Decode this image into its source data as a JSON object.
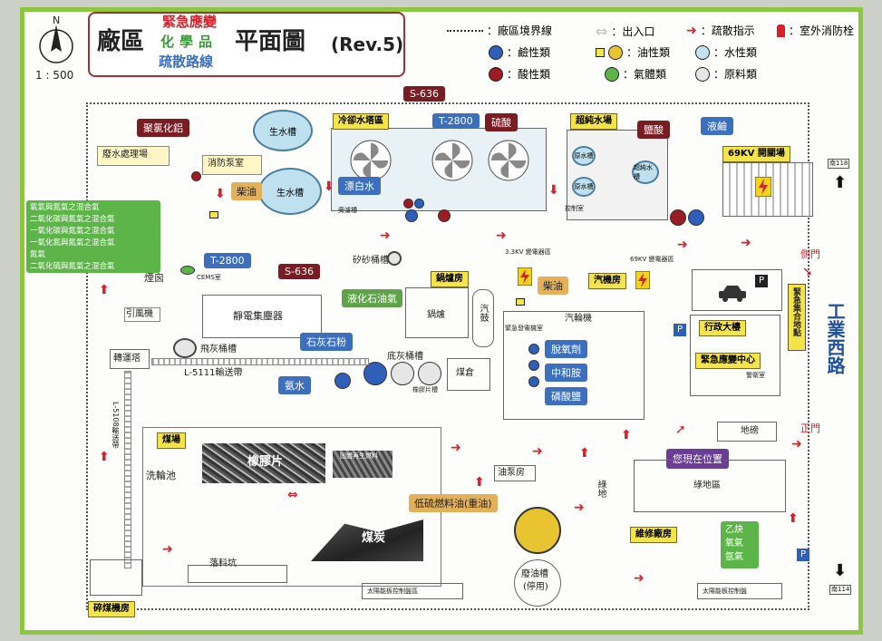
{
  "map": {
    "title_main": "廠區",
    "title_sub": [
      "緊急應變",
      "化學品",
      "疏散路線"
    ],
    "title_plan": "平面圖",
    "rev": "(Rev.5)",
    "north": "N",
    "scale": "1 : 500"
  },
  "legend": {
    "boundary": "：廠區境界線",
    "entrance": "：出入口",
    "evac": "：疏散指示",
    "hydrant": "：室外消防栓",
    "alkali": "：鹼性類",
    "oil": "：油性類",
    "water": "：水性類",
    "acid": "：酸性類",
    "gas": "：氣體類",
    "raw": "：原料類",
    "colors": {
      "alkali": "#2f5fb8",
      "acid": "#9c1c24",
      "oil": "#e9c431",
      "gas": "#5db54a",
      "water": "#bfe4ef",
      "raw": "#e6e6e6",
      "evac": "#d8202a"
    }
  },
  "tags": {
    "alcl": "聚氯化鋁",
    "s636_top": "S-636",
    "t2800_top": "T-2800",
    "h2so4": "硫酸",
    "bleach": "漂白水",
    "hcl": "鹽酸",
    "naoh": "液鹼",
    "diesel1": "柴油",
    "diesel2": "柴油",
    "t2800_l": "T-2800",
    "s636_l": "S-636",
    "lpg": "液化石油氣",
    "lime": "石灰石粉",
    "ammonia": "氨水",
    "deox": "脫氧劑",
    "neutral": "中和胺",
    "phosphate": "磷酸鹽",
    "fueloil": "低硫燃料油(重油)",
    "gases": [
      "氧氣與氮氣之混合氣",
      "二氧化碳與氮氣之混合氣",
      "一氧化碳與氮氣之混合氣",
      "一氧化氮與氮氣之混合氣",
      "氮氣",
      "二氧化硫與氮氣之混合氣"
    ],
    "cyl": [
      "乙炔",
      "氧氣",
      "氬氣"
    ],
    "you": "您現在位置"
  },
  "areas": {
    "wastewater": "廢水處理場",
    "firepump": "消防泵室",
    "rawwater1": "生水槽",
    "rawwater2": "生水槽",
    "coolingtower": "冷卻水塔區",
    "bypass": "旁濾槽",
    "ultrapure": "超純水場",
    "purewater1": "原水槽",
    "purewater2": "原水槽",
    "ultratank": "超純水槽",
    "control1": "控制室",
    "switch69": "69KV 開關場",
    "chimney": "煙囪",
    "cems": "CEMS室",
    "fan": "引風機",
    "esp": "靜電集塵器",
    "flyash": "飛灰桶槽",
    "sand": "矽砂桶槽",
    "boilerhouse": "鍋爐房",
    "boiler": "鍋爐",
    "turbine_v": "汽鼓",
    "bottomash": "底灰桶槽",
    "rubberchip": "橡膠片槽",
    "coalbin": "煤倉",
    "sub33": "3.3KV 變電器區",
    "sub69": "69KV 變電器區",
    "turbinehouse": "汽機房",
    "turbine": "汽輪機",
    "emgen": "緊急發電機室",
    "admin": "行政大樓",
    "emcenter": "緊急應變中心",
    "guard": "警衛室",
    "scale_room": "地磅",
    "assembly": "緊急集合地點",
    "sidegate": "側門",
    "frontgate": "正門",
    "road": "工業西路",
    "transfer": "轉運塔",
    "belt1": "L-5111輸送帶",
    "belt2": "L-5108輸送帶",
    "coalyard": "煤場",
    "rubber": "橡膠片",
    "coal": "煤炭",
    "wheelwash": "洗輪池",
    "pit": "落料坑",
    "crusher": "碎煤機房",
    "oilpump": "油泵房",
    "oiltank": "廢油槽",
    "oiltank2": "(停用)",
    "greenbelt": "綠地",
    "greenarea": "綠地區",
    "repair": "維修廠房",
    "solar1": "太陽能板控制盤區",
    "solar2": "太陽能板控制盤",
    "recycle": "固體再生燃料",
    "door118": "南118",
    "door114": "南114"
  }
}
